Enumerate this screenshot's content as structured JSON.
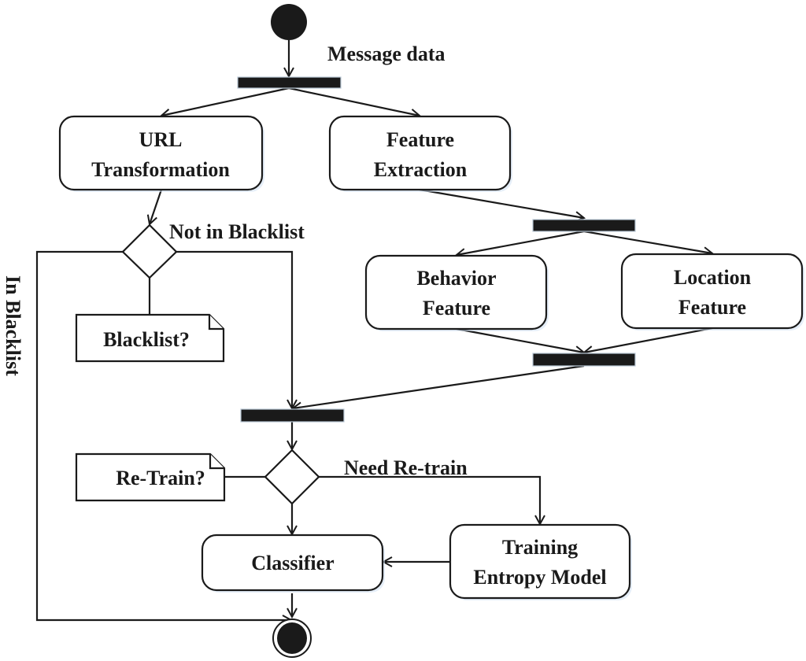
{
  "diagram": {
    "type": "UML activity diagram",
    "start_label": "Message data",
    "nodes": {
      "url_transformation": {
        "line1": "URL",
        "line2": "Transformation"
      },
      "feature_extraction": {
        "line1": "Feature",
        "line2": "Extraction"
      },
      "behavior_feature": {
        "line1": "Behavior",
        "line2": "Feature"
      },
      "location_feature": {
        "line1": "Location",
        "line2": "Feature"
      },
      "classifier": {
        "line1": "Classifier"
      },
      "training_entropy_model": {
        "line1": "Training",
        "line2": "Entropy Model"
      }
    },
    "decisions": {
      "blacklist": {
        "note": "Blacklist?",
        "guard_no": "Not in Blacklist",
        "guard_yes": "In Blacklist"
      },
      "retrain": {
        "note": "Re-Train?",
        "guard_yes": "Need Re-train"
      }
    },
    "edges": [
      {
        "from": "start",
        "to": "fork-1"
      },
      {
        "from": "fork-1",
        "to": "url_transformation"
      },
      {
        "from": "fork-1",
        "to": "feature_extraction"
      },
      {
        "from": "url_transformation",
        "to": "blacklist-decision"
      },
      {
        "from": "blacklist-decision",
        "to": "join-2",
        "guard": "Not in Blacklist"
      },
      {
        "from": "blacklist-decision",
        "to": "end",
        "guard": "In Blacklist"
      },
      {
        "from": "feature_extraction",
        "to": "fork-2"
      },
      {
        "from": "fork-2",
        "to": "behavior_feature"
      },
      {
        "from": "fork-2",
        "to": "location_feature"
      },
      {
        "from": "behavior_feature",
        "to": "join-1"
      },
      {
        "from": "location_feature",
        "to": "join-1"
      },
      {
        "from": "join-1",
        "to": "join-2"
      },
      {
        "from": "join-2",
        "to": "retrain-decision"
      },
      {
        "from": "retrain-decision",
        "to": "training_entropy_model",
        "guard": "Need Re-train"
      },
      {
        "from": "retrain-decision",
        "to": "classifier"
      },
      {
        "from": "training_entropy_model",
        "to": "classifier"
      },
      {
        "from": "classifier",
        "to": "end"
      }
    ]
  }
}
